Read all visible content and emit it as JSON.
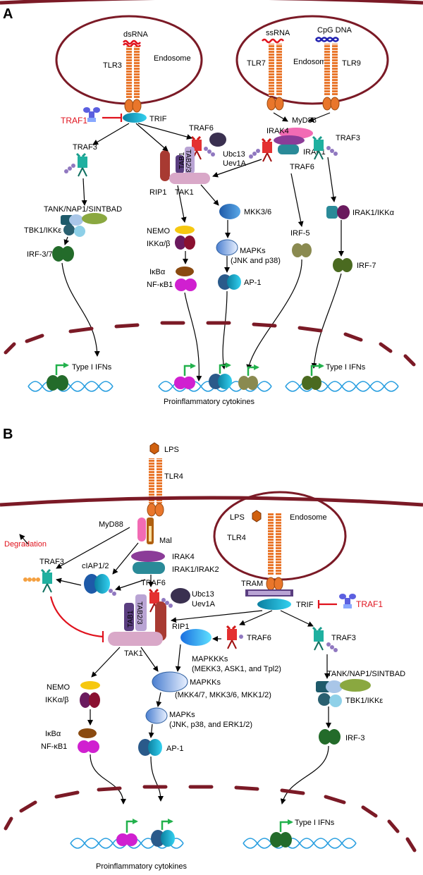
{
  "panels": {
    "a": "A",
    "b": "B"
  },
  "colors": {
    "membrane": "#7b1a26",
    "receptor": "#e9762b",
    "dna": "#2a9fe0",
    "arrow_green": "#22b14c",
    "inhibit_red": "#e0121d"
  },
  "panel_a": {
    "endosome_left": "Endosome",
    "endosome_right": "Endosome",
    "dsRNA": "dsRNA",
    "ssRNA": "ssRNA",
    "cpg": "CpG DNA",
    "tlr3": "TLR3",
    "tlr7": "TLR7",
    "tlr9": "TLR9",
    "traf1": "TRAF1",
    "trif": "TRIF",
    "myd88": "MyD88",
    "irak4": "IRAK4",
    "irak1": "IRAK1",
    "traf3_right": "TRAF3",
    "traf3_left": "TRAF3",
    "traf6_top": "TRAF6",
    "traf6_right": "TRAF6",
    "ubc13": "Ubc13",
    "uev1a": "Uev1A",
    "tab1": "TAB1",
    "tab23": "TAB2/3",
    "rip1": "RIP1",
    "tak1": "TAK1",
    "tank": "TANK/NAP1/SINTBAD",
    "tbk1": "TBK1/IKKε",
    "irf37": "IRF-3/7",
    "nemo": "NEMO",
    "ikk": "IKKα/β",
    "ikba": "IκBα",
    "nfkb": "NF-κB1",
    "mkk36": "MKK3/6",
    "mapks1": "MAPKs",
    "mapks2": "(JNK and p38)",
    "ap1": "AP-1",
    "irf5": "IRF-5",
    "irak1ikk": "IRAK1/IKKα",
    "irf7": "IRF-7",
    "type1_left": "Type I IFNs",
    "type1_right": "Type I IFNs",
    "proinflam": "Proinflammatory cytokines"
  },
  "panel_b": {
    "lps_top": "LPS",
    "tlr4_top": "TLR4",
    "myd88": "MyD88",
    "mal": "Mal",
    "degradation": "Degradation",
    "traf3_left": "TRAF3",
    "ciap": "cIAP1/2",
    "irak4": "IRAK4",
    "irak12": "IRAK1/IRAK2",
    "traf6_left": "TRAF6",
    "ubc13": "Ubc13",
    "uev1a": "Uev1A",
    "tab1": "TAB1",
    "tab23": "TAB2/3",
    "rip1": "RIP1",
    "tak1": "TAK1",
    "endosome": "Endosome",
    "lps_endo": "LPS",
    "tlr4_endo": "TLR4",
    "tram": "TRAM",
    "trif": "TRIF",
    "traf1": "TRAF1",
    "traf6_mid": "TRAF6",
    "traf3_right": "TRAF3",
    "mapkkks": "MAPKKKs",
    "mapkkks_sub": "(MEKK3, ASK1, and Tpl2)",
    "mapkks": "MAPKKs",
    "mapkks_sub": "(MKK4/7, MKK3/6, MKK1/2)",
    "mapks": "MAPKs",
    "mapks_sub": "(JNK, p38, and ERK1/2)",
    "ap1": "AP-1",
    "nemo": "NEMO",
    "ikk": "IKKα/β",
    "ikba": "IκBα",
    "nfkb": "NF-κB1",
    "tank": "TANK/NAP1/SINTBAD",
    "tbk1": "TBK1/IKKε",
    "irf3": "IRF-3",
    "type1": "Type I IFNs",
    "proinflam": "Proinflammatory cytokines"
  }
}
